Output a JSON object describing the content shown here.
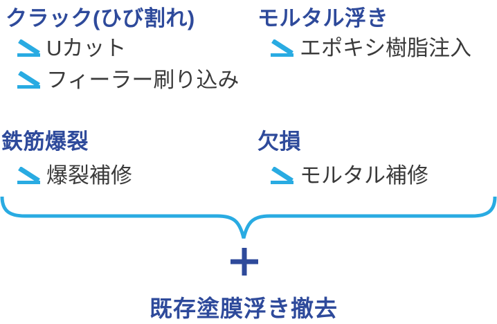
{
  "colors": {
    "heading_blue": "#2e4a9b",
    "body_gray": "#3a3a3a",
    "accent_cyan": "#29abe2"
  },
  "groups": [
    {
      "title": "クラック(ひび割れ)",
      "items": [
        "Uカット",
        "フィーラー刷り込み"
      ]
    },
    {
      "title": "モルタル浮き",
      "items": [
        "エポキシ樹脂注入"
      ]
    },
    {
      "title": "鉄筋爆裂",
      "items": [
        "爆裂補修"
      ]
    },
    {
      "title": "欠損",
      "items": [
        "モルタル補修"
      ]
    }
  ],
  "icons": {
    "arrow": "down-right-arrow",
    "brace": "curly-brace-down",
    "plus": "plus-sign"
  },
  "footer": {
    "label": "既存塗膜浮き撤去"
  }
}
